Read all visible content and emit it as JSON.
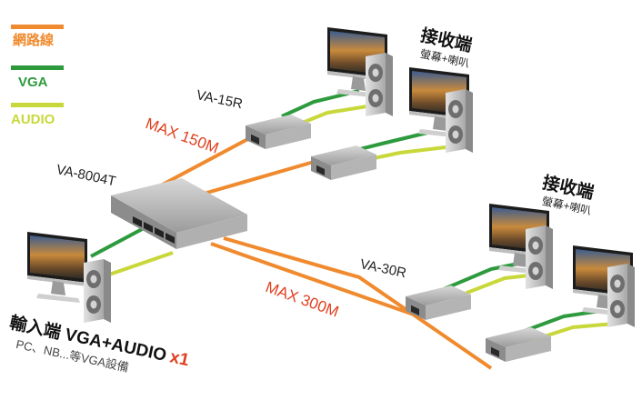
{
  "legend": [
    {
      "label": "網路線",
      "color": "#f08a2e"
    },
    {
      "label": "VGA",
      "color": "#2e9a3e"
    },
    {
      "label": "AUDIO",
      "color": "#c8d83a"
    }
  ],
  "colors": {
    "network": "#f08a2e",
    "vga": "#2e9a3e",
    "audio": "#c8d83a",
    "highlight_text": "#e0401f"
  },
  "transmitter": {
    "model": "VA-8004T"
  },
  "receivers": [
    {
      "model": "VA-15R"
    },
    {
      "model": "VA-30R"
    }
  ],
  "distances": {
    "short": "MAX 150M",
    "long": "MAX 300M"
  },
  "receiver_ends": [
    {
      "title": "接收端",
      "subtitle": "螢幕+喇叭"
    },
    {
      "title": "接收端",
      "subtitle": "螢幕+喇叭"
    }
  ],
  "input_end": {
    "title": "輸入端 VGA+AUDIO",
    "count": "x1",
    "subtitle": "PC、NB...等VGA設備"
  },
  "icons": {
    "monitor": "monitor-icon",
    "speaker": "speaker-icon",
    "device": "extender-box-icon"
  }
}
